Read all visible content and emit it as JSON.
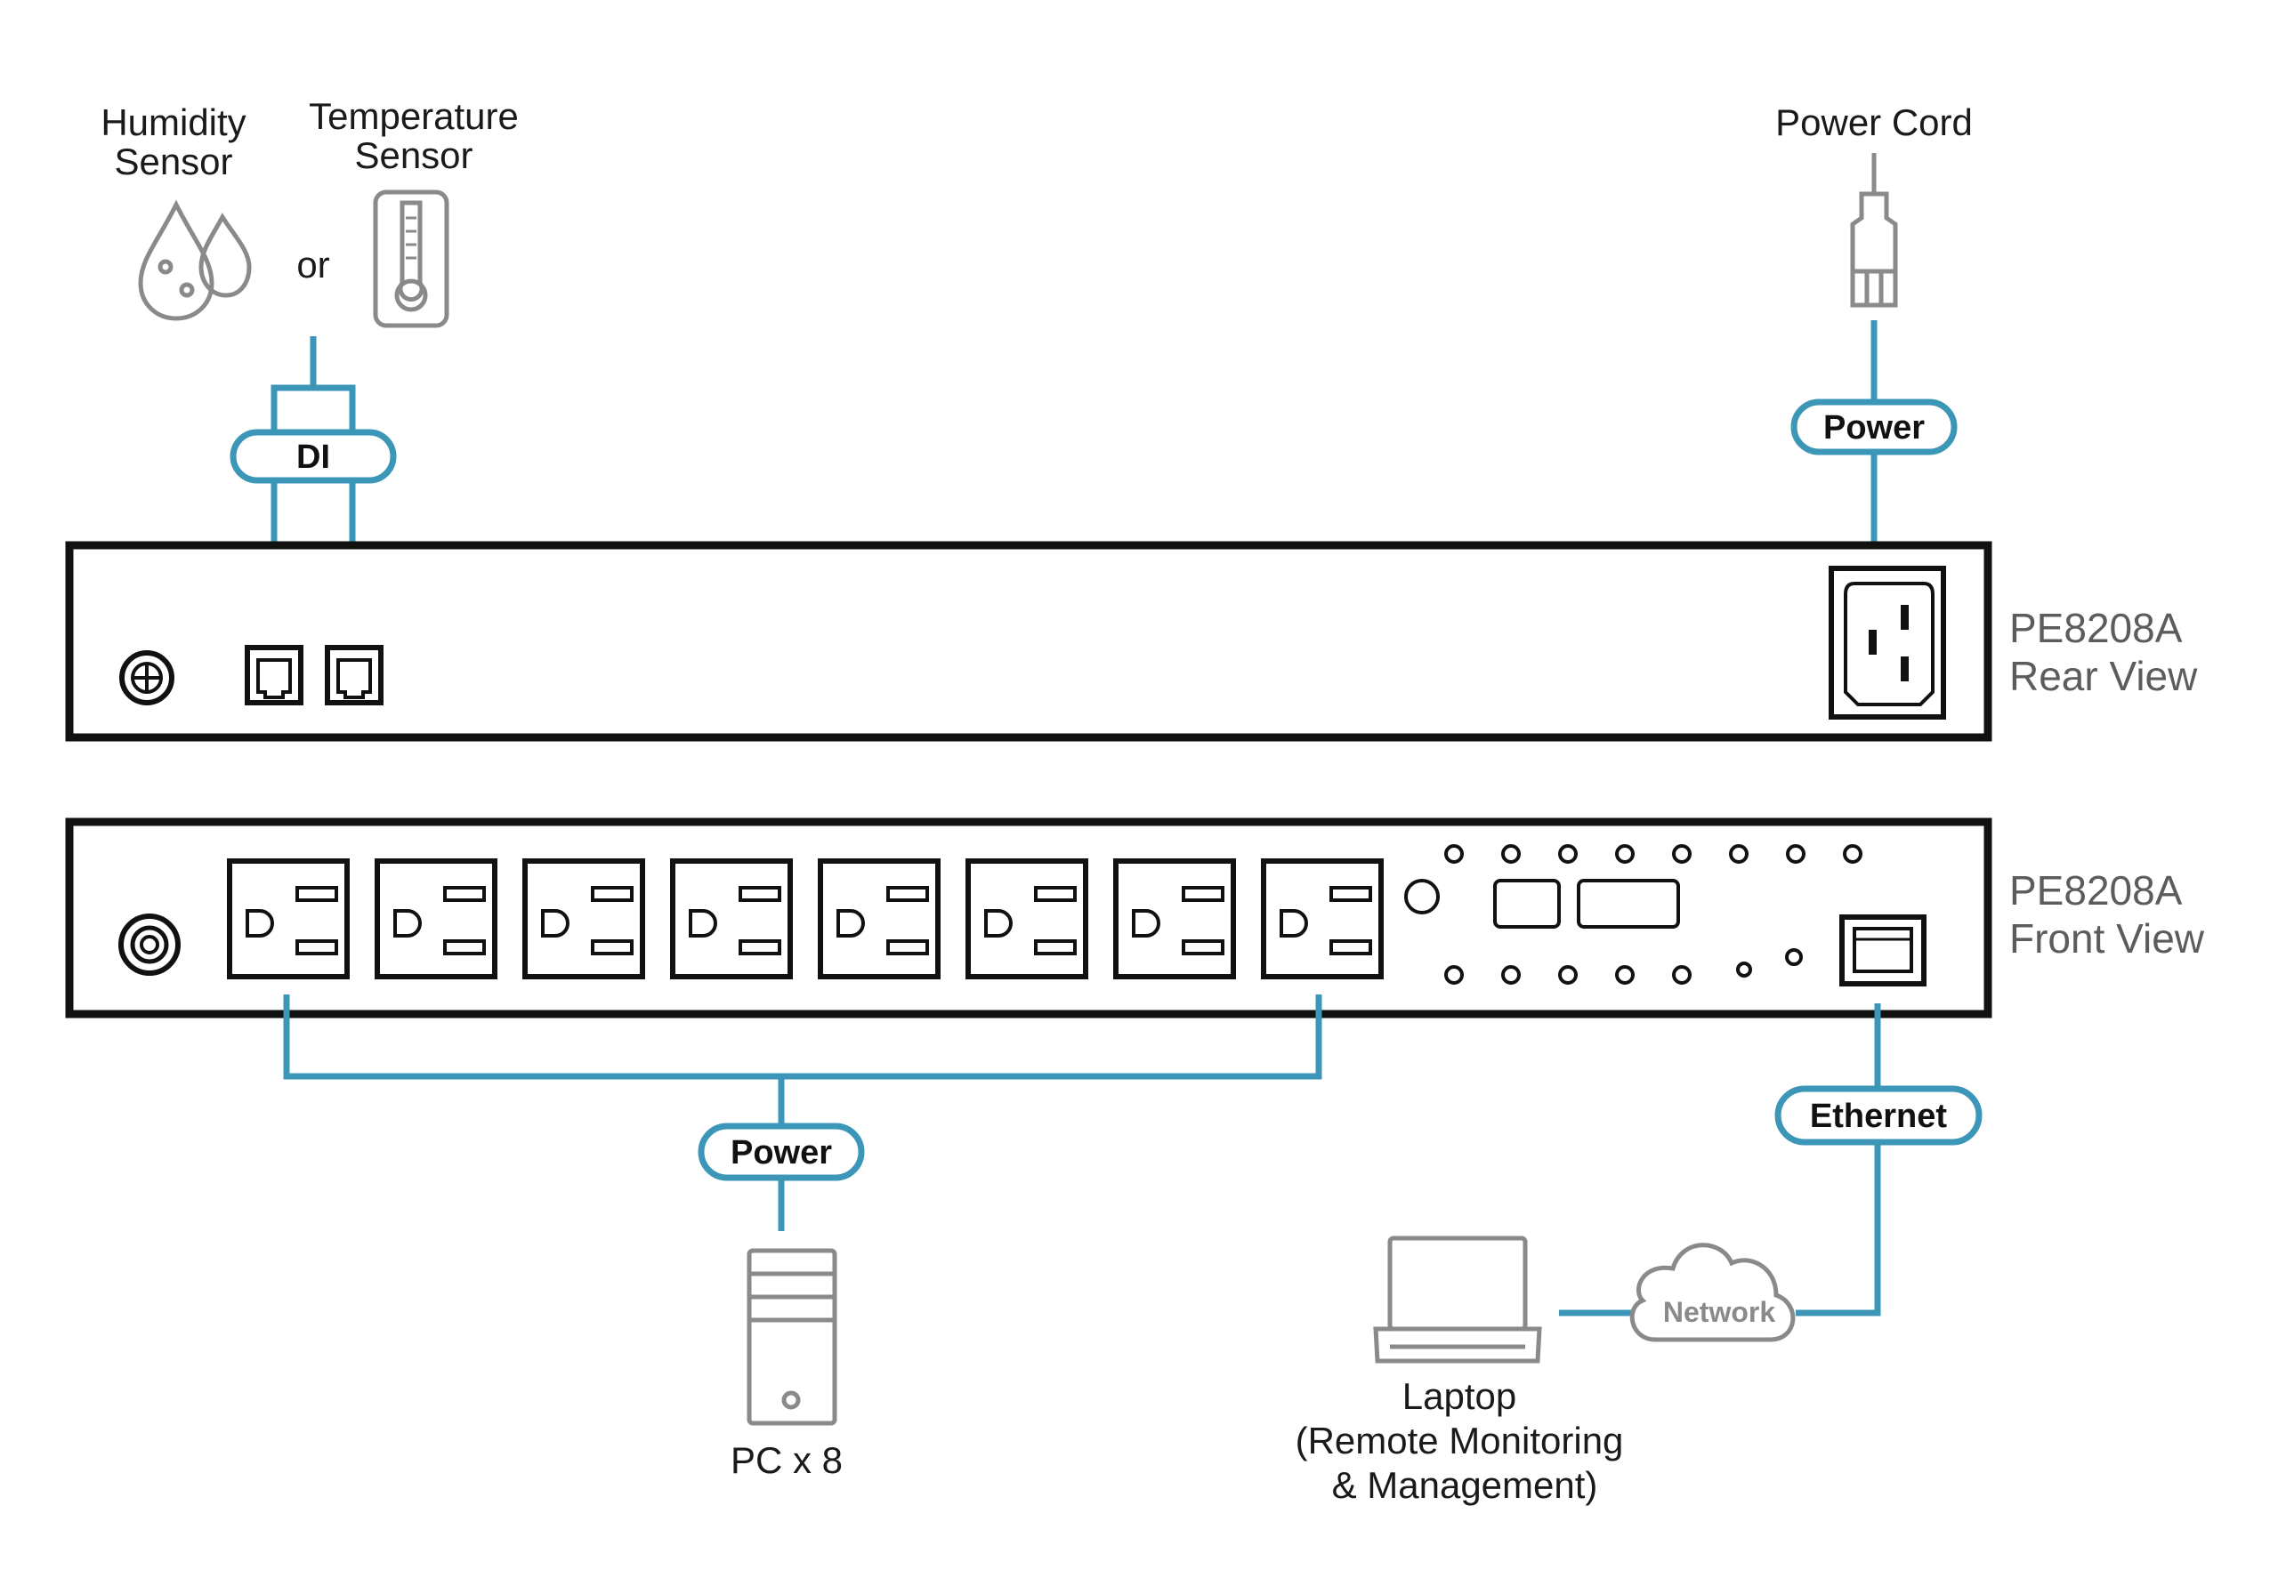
{
  "colors": {
    "cable": "#3b96b8",
    "device_outline": "#111111",
    "icon_gray": "#8a8a8a",
    "side_label": "#5c5c5c"
  },
  "sensors": {
    "humidity": [
      "Humidity",
      "Sensor"
    ],
    "or": "or",
    "temperature": [
      "Temperature",
      "Sensor"
    ]
  },
  "power_cord": {
    "label": "Power Cord"
  },
  "pills": {
    "di": "DI",
    "power_rear": "Power",
    "power_front": "Power",
    "ethernet": "Ethernet"
  },
  "rear_view": {
    "model": "PE8208A",
    "view": "Rear View"
  },
  "front_view": {
    "model": "PE8208A",
    "view": "Front View",
    "outlet_count": 8
  },
  "pc": {
    "label": "PC x 8"
  },
  "network": {
    "label": "Network"
  },
  "laptop": {
    "lines": [
      "Laptop",
      "(Remote Monitoring",
      "& Management)"
    ]
  },
  "icons": [
    "humidity-drops-icon",
    "thermometer-icon",
    "power-plug-icon",
    "pc-tower-icon",
    "laptop-icon",
    "cloud-icon",
    "rj11-port-icon",
    "iec-inlet-icon",
    "nema-outlet-icon",
    "rj45-port-icon",
    "ground-screw-icon",
    "circuit-breaker-icon"
  ]
}
